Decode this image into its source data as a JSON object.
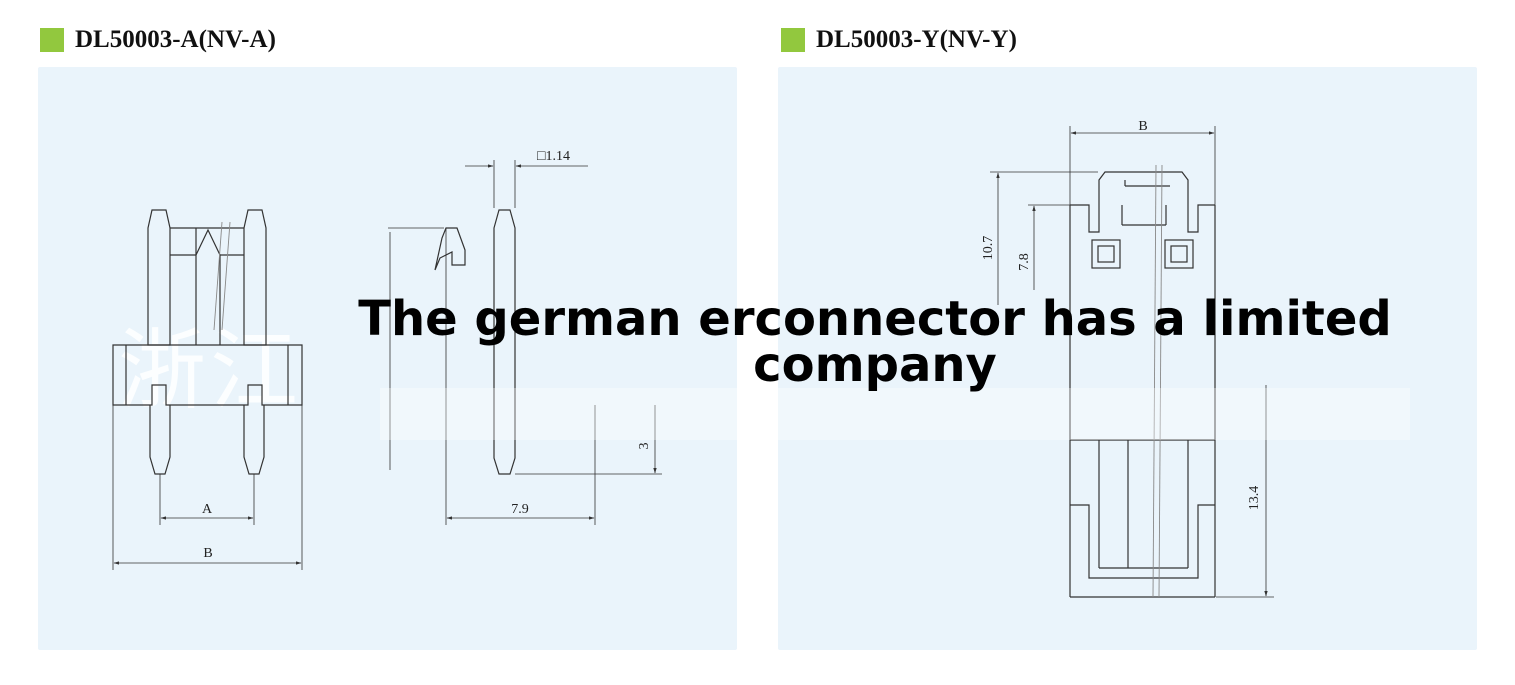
{
  "accent_color": "#92c83e",
  "panel_color": "#eaf4fb",
  "left": {
    "title": "DL50003-A(NV-A)",
    "dims": {
      "square": "□1.14",
      "a": "A",
      "b": "B",
      "length": "7.9",
      "tail": "3"
    }
  },
  "right": {
    "title": "DL50003-Y(NV-Y)",
    "dims": {
      "b": "B",
      "h1": "10.7",
      "h2": "7.8",
      "h3": "13.4"
    }
  },
  "watermark": "浙江",
  "overlay_text": "The german erconnector has a limited company"
}
